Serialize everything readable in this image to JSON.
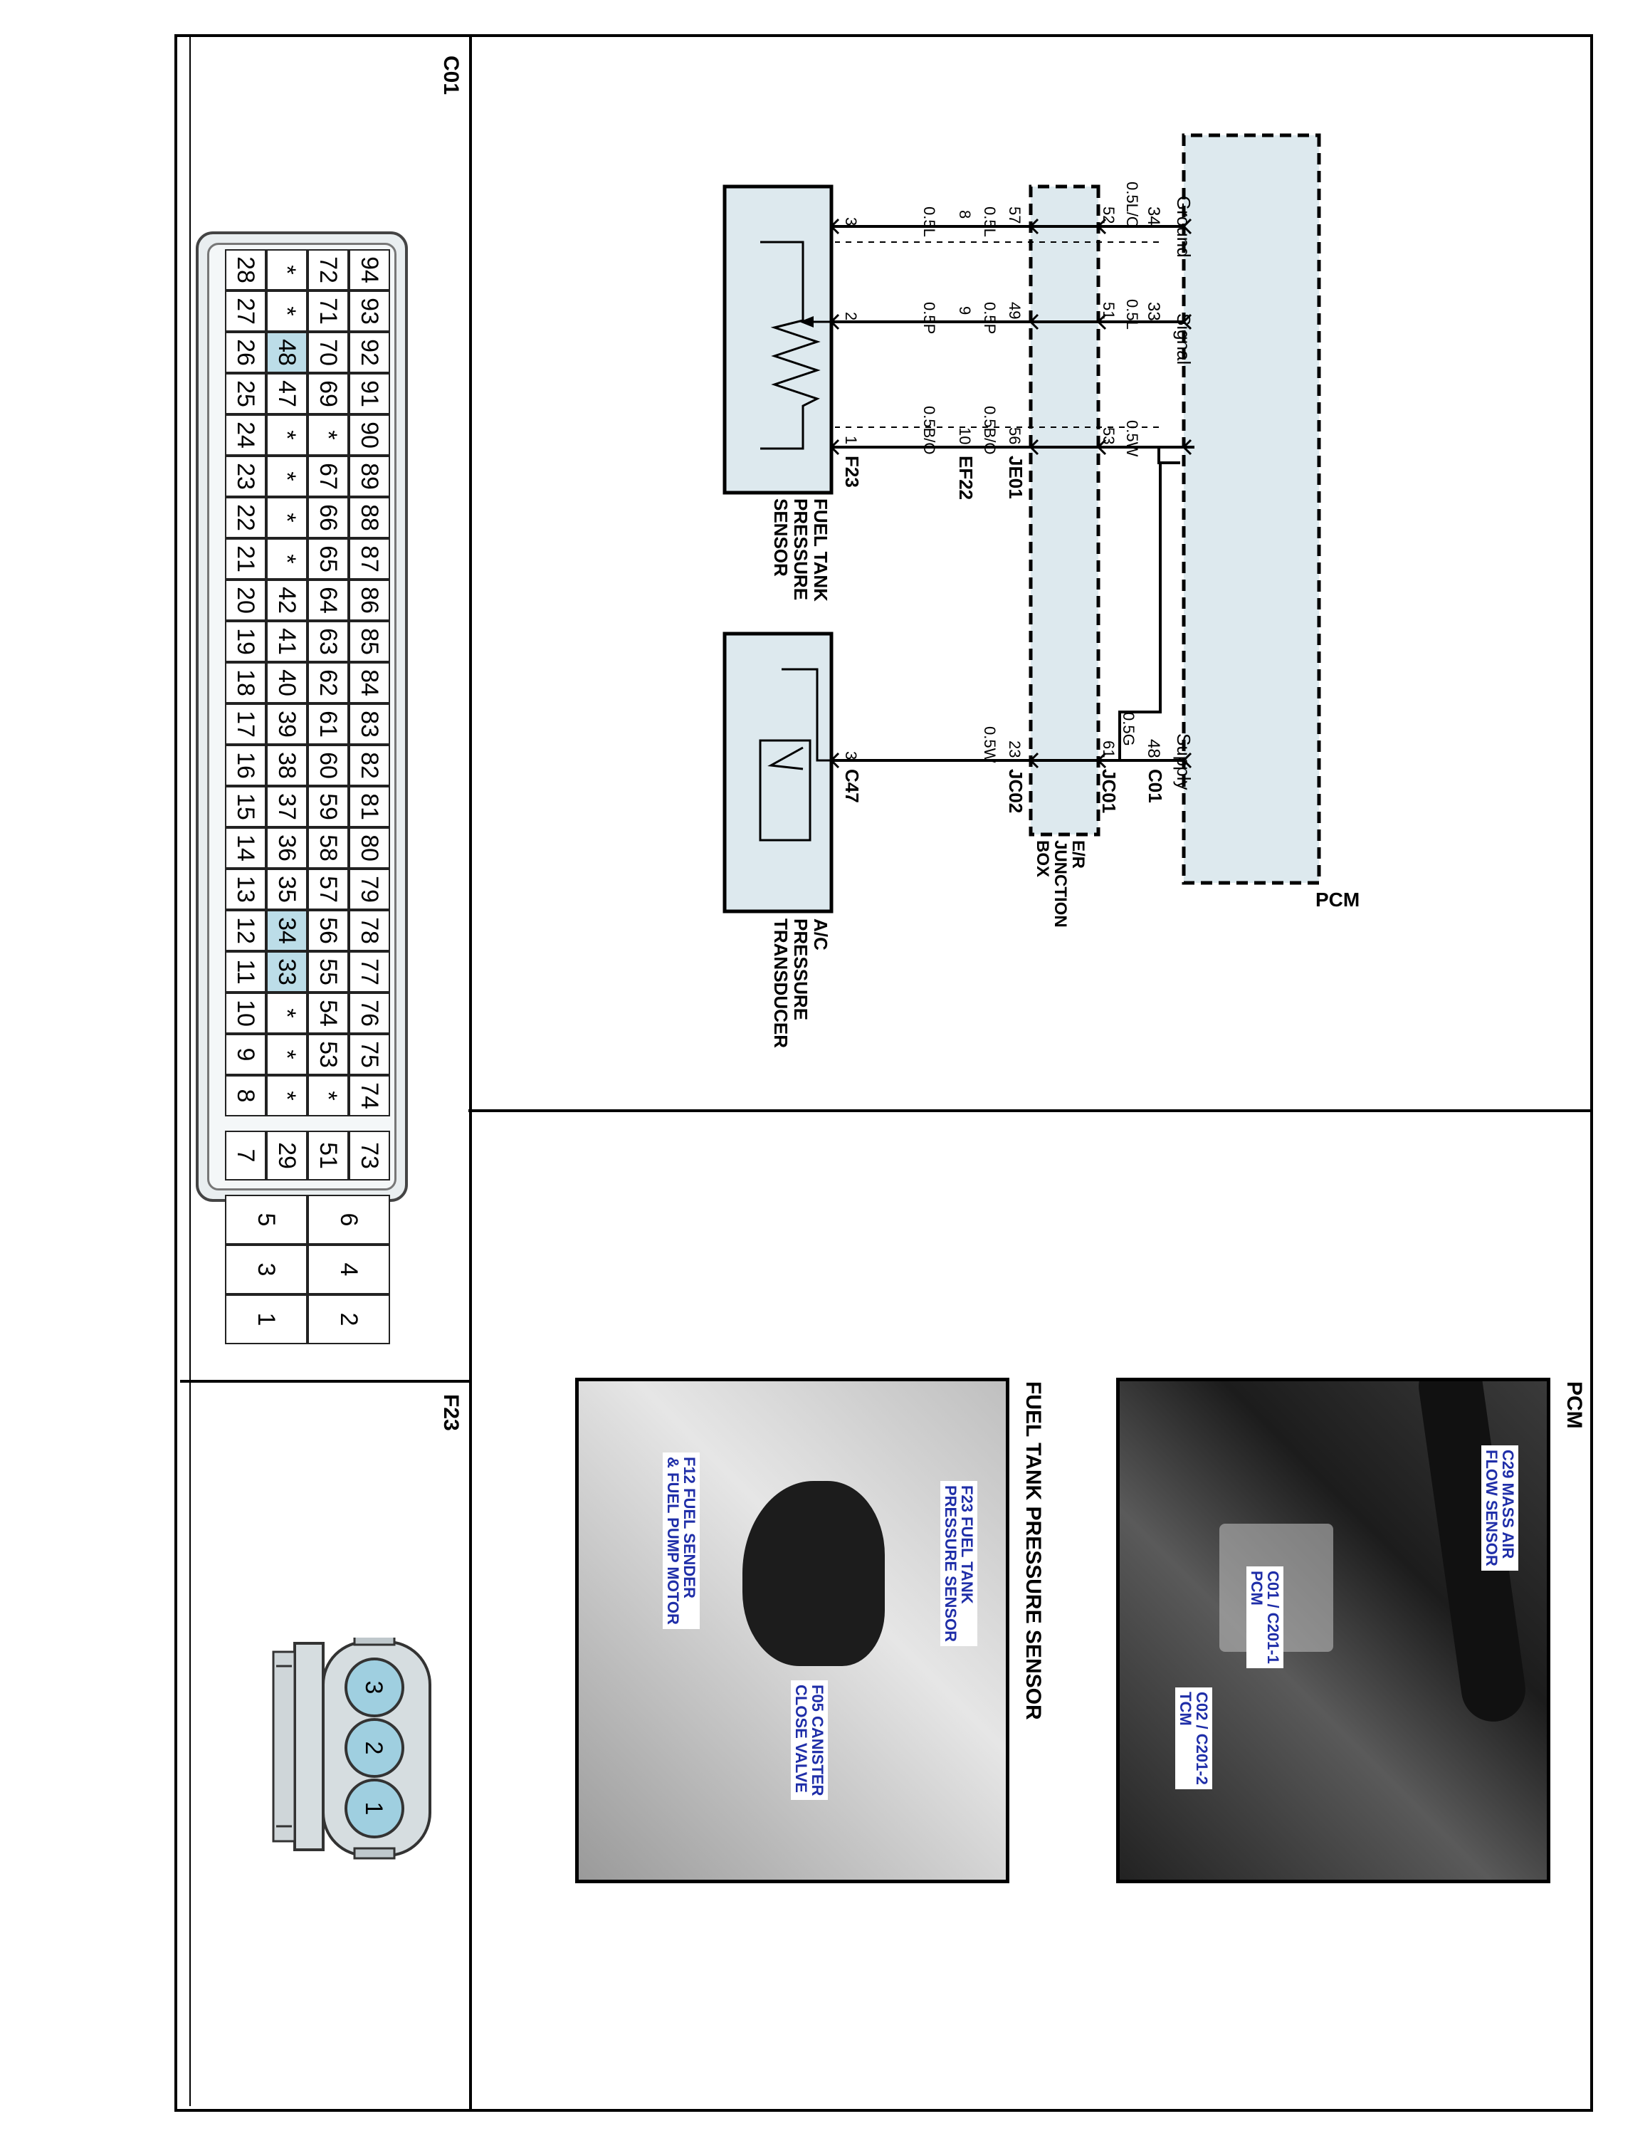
{
  "connectors": {
    "c01": {
      "id": "C01",
      "rows": [
        [
          "94",
          "93",
          "92",
          "91",
          "90",
          "89",
          "88",
          "87",
          "86",
          "85",
          "84",
          "83",
          "82",
          "81",
          "80",
          "79",
          "78",
          "77",
          "76",
          "75",
          "74"
        ],
        [
          "72",
          "71",
          "70",
          "69",
          "*",
          "67",
          "66",
          "65",
          "64",
          "63",
          "62",
          "61",
          "60",
          "59",
          "58",
          "57",
          "56",
          "55",
          "54",
          "53",
          "*"
        ],
        [
          "*",
          "*",
          "48",
          "47",
          "*",
          "*",
          "*",
          "*",
          "42",
          "41",
          "40",
          "39",
          "38",
          "37",
          "36",
          "35",
          "34",
          "33",
          "*",
          "*",
          "*"
        ],
        [
          "28",
          "27",
          "26",
          "25",
          "24",
          "23",
          "22",
          "21",
          "20",
          "19",
          "18",
          "17",
          "16",
          "15",
          "14",
          "13",
          "12",
          "11",
          "10",
          "9",
          "8"
        ]
      ],
      "side_column": [
        "73",
        "51",
        "29",
        "7"
      ],
      "large_pins": [
        [
          "6",
          "5"
        ],
        [
          "4",
          "3"
        ],
        [
          "2",
          "1"
        ]
      ],
      "highlighted": [
        "48",
        "34",
        "33"
      ],
      "highlight_color": "#bcdde8"
    },
    "f23": {
      "id": "F23",
      "pins": [
        "3",
        "2",
        "1"
      ],
      "body_color": "#d6dde0",
      "pin_color": "#9fcfe0"
    }
  },
  "schematic": {
    "pcm": {
      "label": "PCM",
      "pin_labels": [
        "Ground",
        "Signal",
        "Supply"
      ],
      "pins": [
        "34",
        "33",
        "48"
      ],
      "connector": "C01"
    },
    "junction_box": {
      "label": [
        "E/R",
        "JUNCTION",
        "BOX"
      ]
    },
    "wires_top": [
      "0.5L/O",
      "0.5L",
      "0.5W",
      "0.5G"
    ],
    "jb_pins_top": [
      "52",
      "51",
      "53",
      "61"
    ],
    "jc01": "JC01",
    "je01": {
      "id": "JE01",
      "pins": [
        "57",
        "49",
        "56"
      ]
    },
    "jc02": {
      "id": "JC02",
      "pin": "23"
    },
    "ef22": {
      "id": "EF22",
      "pins": [
        "8",
        "9",
        "10"
      ],
      "wires": [
        "0.5L",
        "0.5P",
        "0.5B/O"
      ]
    },
    "f23": {
      "id": "F23",
      "pins": [
        "3",
        "2",
        "1"
      ],
      "wires": [
        "0.5L",
        "0.5P",
        "0.5B/O"
      ]
    },
    "c47": {
      "id": "C47",
      "pin": "3",
      "wire": "0.5W"
    },
    "sensor_label": [
      "FUEL TANK",
      "PRESSURE",
      "SENSOR"
    ],
    "transducer_label": [
      "A/C",
      "PRESSURE",
      "TRANSDUCER"
    ],
    "wire_color": "#000000",
    "box_fill": "#dde9ee"
  },
  "photos": {
    "pcm": {
      "title": "PCM",
      "callouts": [
        [
          "C29 MASS AIR",
          "FLOW SENSOR"
        ],
        [
          "C01 / C201-1",
          "PCM"
        ],
        [
          "C02 / C201-2",
          "TCM"
        ]
      ]
    },
    "fuel": {
      "title": "FUEL TANK PRESSURE SENSOR",
      "callouts": [
        [
          "F23 FUEL TANK",
          "PRESSURE SENSOR"
        ],
        [
          "F12 FUEL SENDER",
          "& FUEL PUMP MOTOR"
        ],
        [
          "F05 CANISTER",
          "CLOSE VALVE"
        ]
      ]
    },
    "callout_color": "#1f2ea8"
  }
}
